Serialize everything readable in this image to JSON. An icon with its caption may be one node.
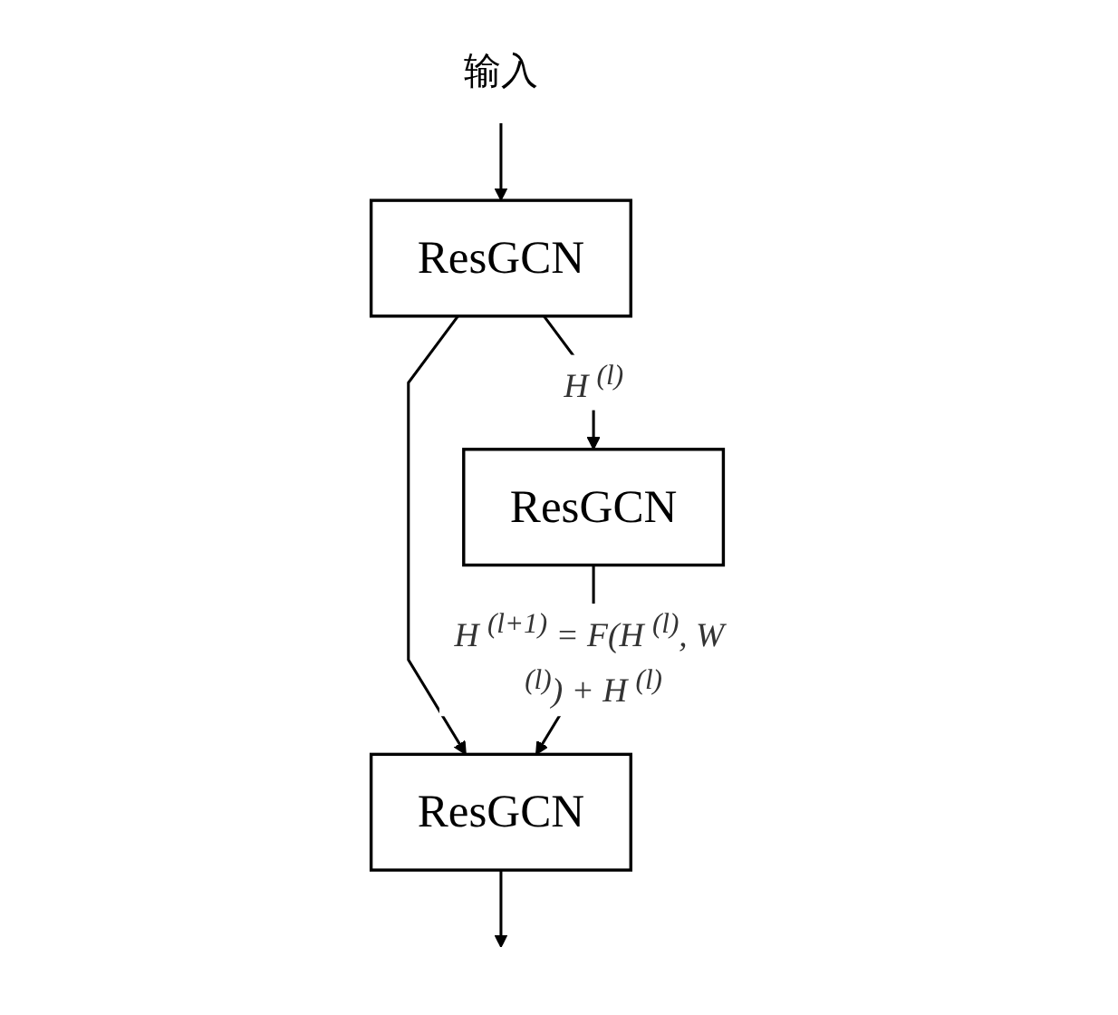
{
  "diagram": {
    "nodes": [
      {
        "text": [
          "输入"
        ]
      },
      {
        "text": [
          "ResGCN"
        ]
      },
      {
        "text": [
          "ResGCN"
        ]
      },
      {
        "text": [
          "ResGCN"
        ]
      }
    ],
    "edges": [
      {
        "from": 0,
        "to": 1,
        "arrow": "to"
      },
      {
        "from": 1,
        "to": 2,
        "arrow": "to",
        "label": "H $^{(l)}$"
      },
      {
        "from": 1,
        "to": 3,
        "arrow": "to"
      },
      {
        "from": 2,
        "to": 3,
        "arrow": "to",
        "label": "H $^{(l+1)}$ = F(H $^{(l)}$, W $^{(l)}$) + H $^{(l)}$"
      },
      {
        "from": 3,
        "to": null,
        "arrow": "to"
      }
    ]
  }
}
